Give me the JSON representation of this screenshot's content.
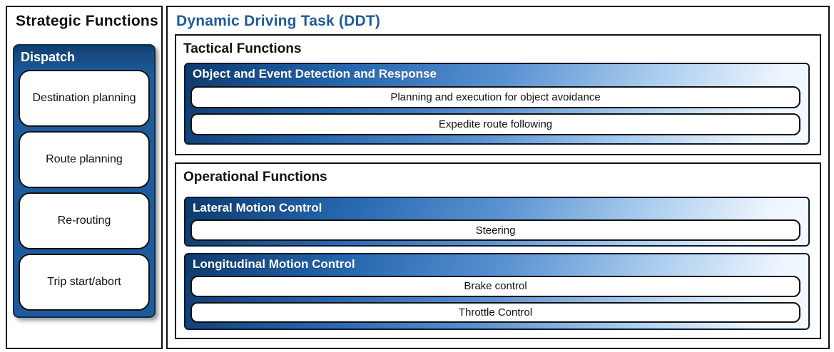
{
  "colors": {
    "accent_blue": "#1f5c99",
    "dispatch_fill": "#1e5b9c",
    "gradient_dark": "#0d3a6e",
    "gradient_light": "#f4f9fe",
    "border_black": "#111111"
  },
  "strategic": {
    "title": "Strategic Functions",
    "group": {
      "label": "Dispatch",
      "items": [
        "Destination planning",
        "Route planning",
        "Re-routing",
        "Trip start/abort"
      ]
    }
  },
  "ddt": {
    "title": "Dynamic Driving Task (DDT)",
    "sections": [
      {
        "label": "Tactical Functions",
        "groups": [
          {
            "label": "Object and Event Detection and Response",
            "items": [
              "Planning and execution for object avoidance",
              "Expedite route following"
            ]
          }
        ]
      },
      {
        "label": "Operational Functions",
        "groups": [
          {
            "label": "Lateral Motion Control",
            "items": [
              "Steering"
            ]
          },
          {
            "label": "Longitudinal Motion Control",
            "items": [
              "Brake control",
              "Throttle Control"
            ]
          }
        ]
      }
    ]
  }
}
